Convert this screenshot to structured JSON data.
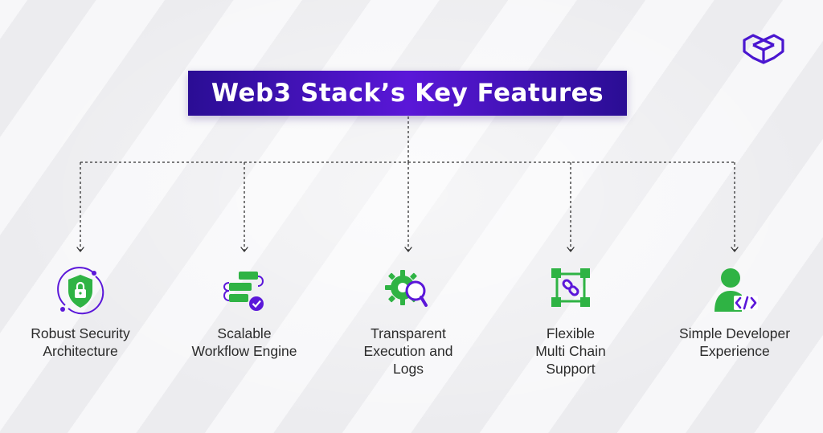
{
  "title": "Web3 Stack’s Key Features",
  "logo": {
    "icon": "cube-logo-icon",
    "color": "#4a16d0"
  },
  "colors": {
    "accent_green": "#2fb344",
    "title_bg_dark": "#2a0d94",
    "title_bg_light": "#5a17d8",
    "purple": "#5b17d9",
    "text": "#2b2b2b",
    "connector": "#333333"
  },
  "features": [
    {
      "icon": "shield-lock-icon",
      "label_lines": [
        "Robust Security",
        "Architecture"
      ]
    },
    {
      "icon": "workflow-blocks-icon",
      "label_lines": [
        "Scalable",
        "Workflow Engine"
      ]
    },
    {
      "icon": "gear-magnifier-icon",
      "label_lines": [
        "Transparent",
        "Execution and",
        "Logs"
      ]
    },
    {
      "icon": "chain-network-icon",
      "label_lines": [
        "Flexible",
        "Multi Chain",
        "Support"
      ]
    },
    {
      "icon": "developer-code-icon",
      "label_lines": [
        "Simple Developer",
        "Experience"
      ]
    }
  ]
}
